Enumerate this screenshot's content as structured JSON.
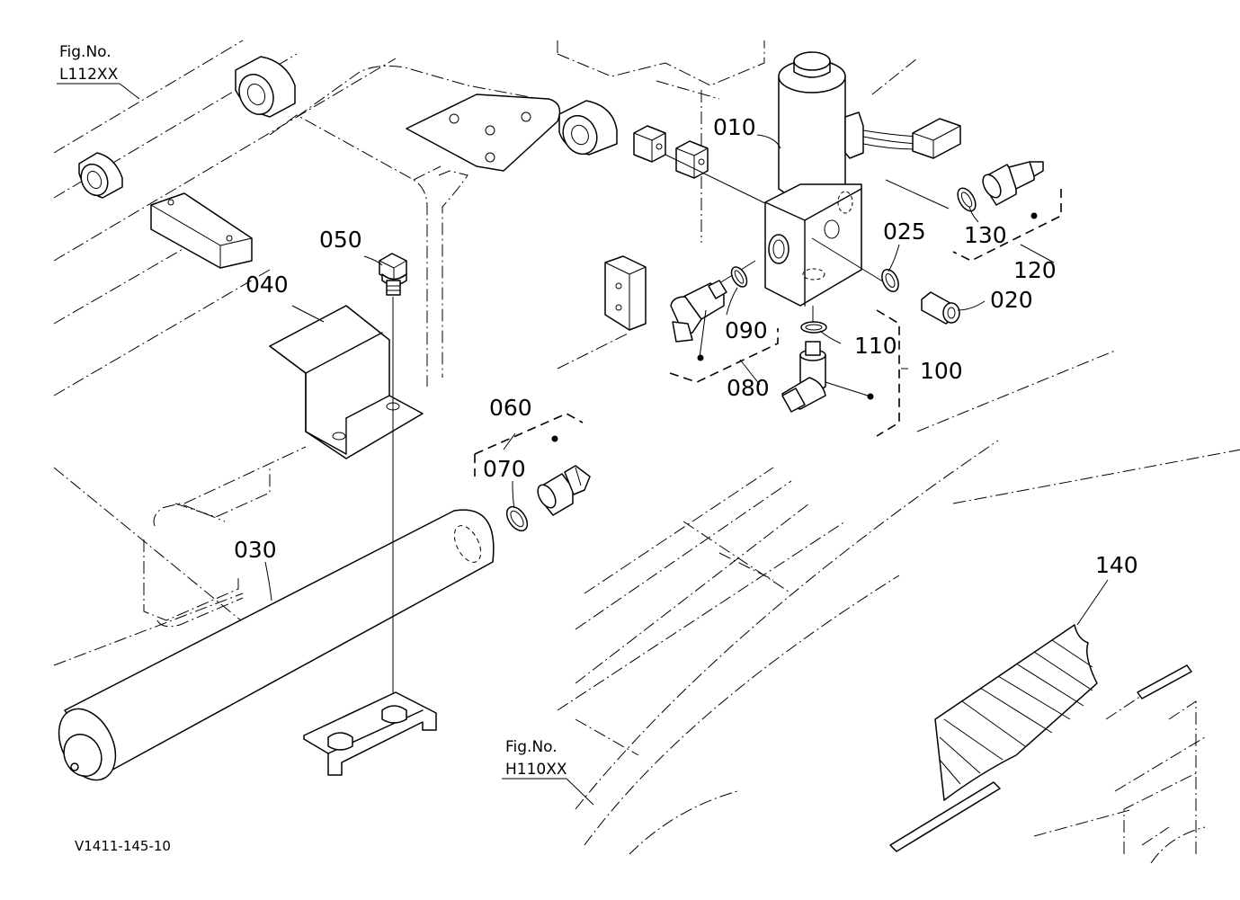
{
  "figure_refs": [
    {
      "label": "Fig.No.",
      "number": "L112XX"
    },
    {
      "label": "Fig.No.",
      "number": "H110XX"
    }
  ],
  "callouts": [
    "010",
    "020",
    "025",
    "030",
    "040",
    "050",
    "060",
    "070",
    "080",
    "090",
    "100",
    "110",
    "120",
    "130",
    "140"
  ],
  "drawing_code": "V1411-145-10"
}
